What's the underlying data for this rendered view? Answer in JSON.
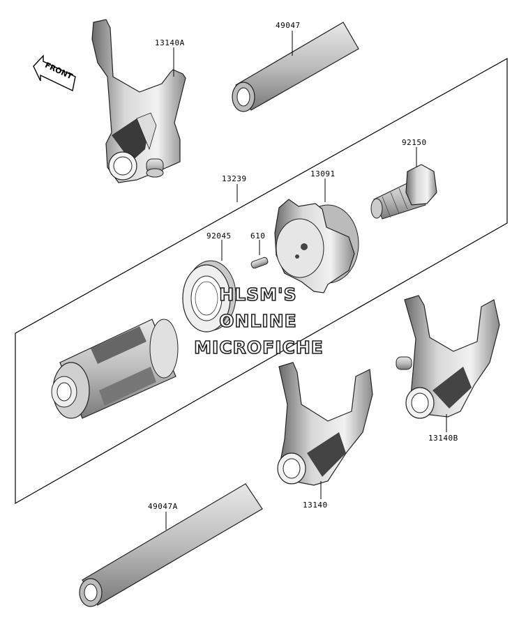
{
  "labels": {
    "p13140A": "13140A",
    "p49047": "49047",
    "p92150": "92150",
    "p13239": "13239",
    "p13091": "13091",
    "p92045": "92045",
    "p610": "610",
    "p13140B": "13140B",
    "p13140": "13140",
    "p49047A": "49047A"
  },
  "front_arrow": "FRONT",
  "watermark": {
    "line1": "HLSM'S",
    "line2": "ONLINE",
    "line3": "MICROFICHE"
  }
}
